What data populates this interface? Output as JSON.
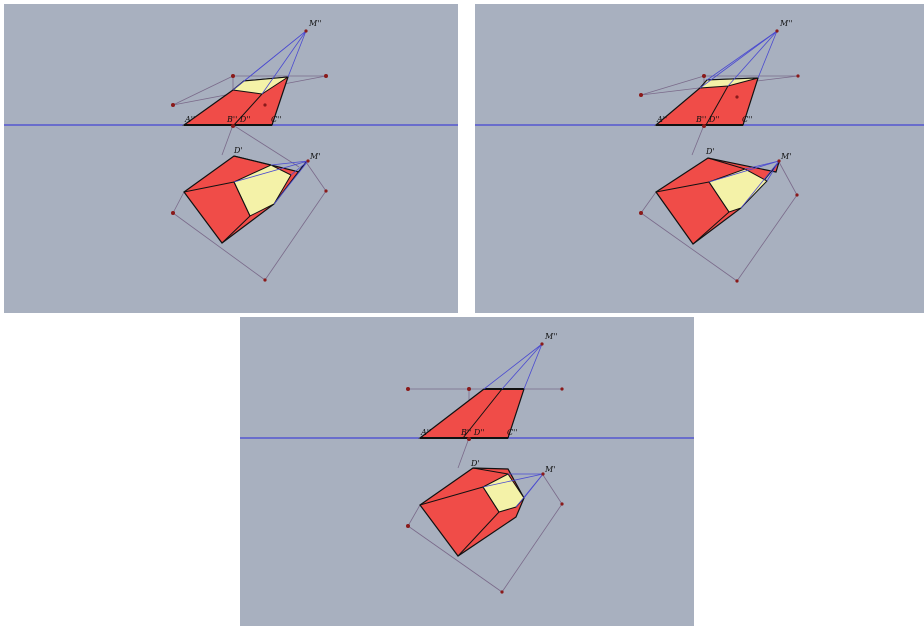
{
  "panels": [
    {
      "id": "p1",
      "labels": {
        "m2": "M''",
        "m1": "M'",
        "a2": "A''",
        "bd2": "B'' D''",
        "c2": "C''",
        "d1": "D'"
      }
    },
    {
      "id": "p2",
      "labels": {
        "m2": "M''",
        "m1": "M'",
        "a2": "A''",
        "bd2": "B'' D''",
        "c2": "C''",
        "d1": "D'"
      }
    },
    {
      "id": "p3",
      "labels": {
        "m2": "M''",
        "m1": "M'",
        "a2": "A''",
        "bd2": "B'' D''",
        "c2": "C''",
        "d1": "D'"
      }
    }
  ],
  "colors": {
    "background": "#a8b0bf",
    "face_red": "#f04c48",
    "face_yellow": "#f4f2a8",
    "axis_line": "#2a2ad8",
    "projection_rays": "#4a4ad0",
    "construction_lines": "#7a6a8a",
    "edge_black": "#111111",
    "point_dark": "#8a1a1a"
  }
}
